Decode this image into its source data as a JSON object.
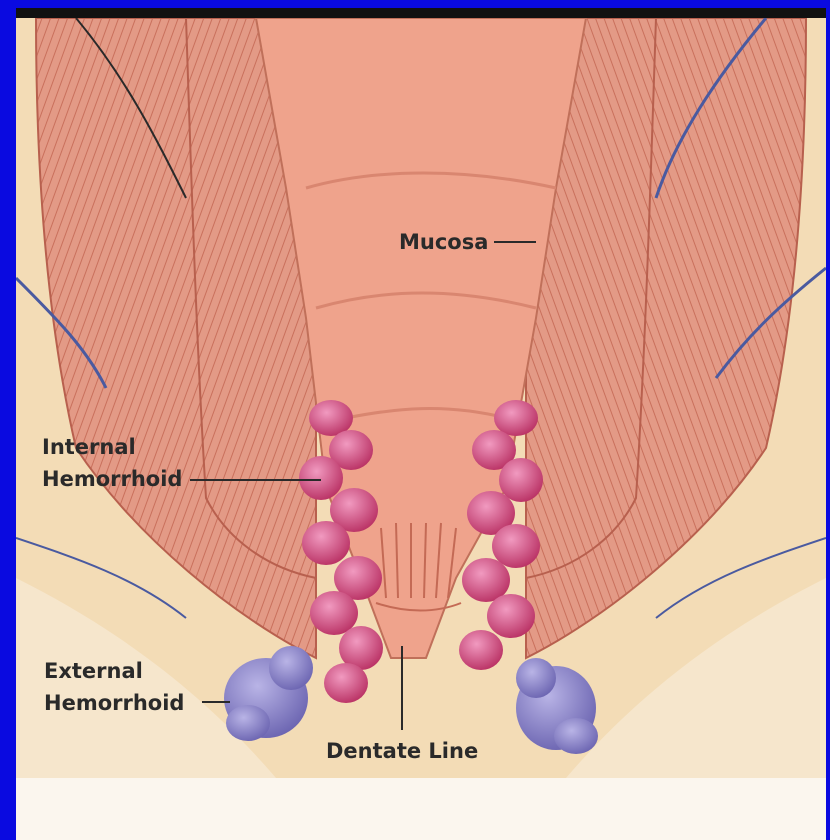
{
  "labels": {
    "mucosa": "Mucosa",
    "internal_line1": "Internal",
    "internal_line2": "Hemorrhoid",
    "external_line1": "External",
    "external_line2": "Hemorrhoid",
    "dentate": "Dentate Line"
  },
  "colors": {
    "slide_background": "#0a0ae0",
    "muscle": "#e39a86",
    "muscle_fiber": "#c9705c",
    "fat": "#f3dcb6",
    "canal": "#efa38c",
    "internal_hemorrhoid": "#cc3f72",
    "external_hemorrhoid": "#8d86c8",
    "vein": "#4a5aa0"
  }
}
